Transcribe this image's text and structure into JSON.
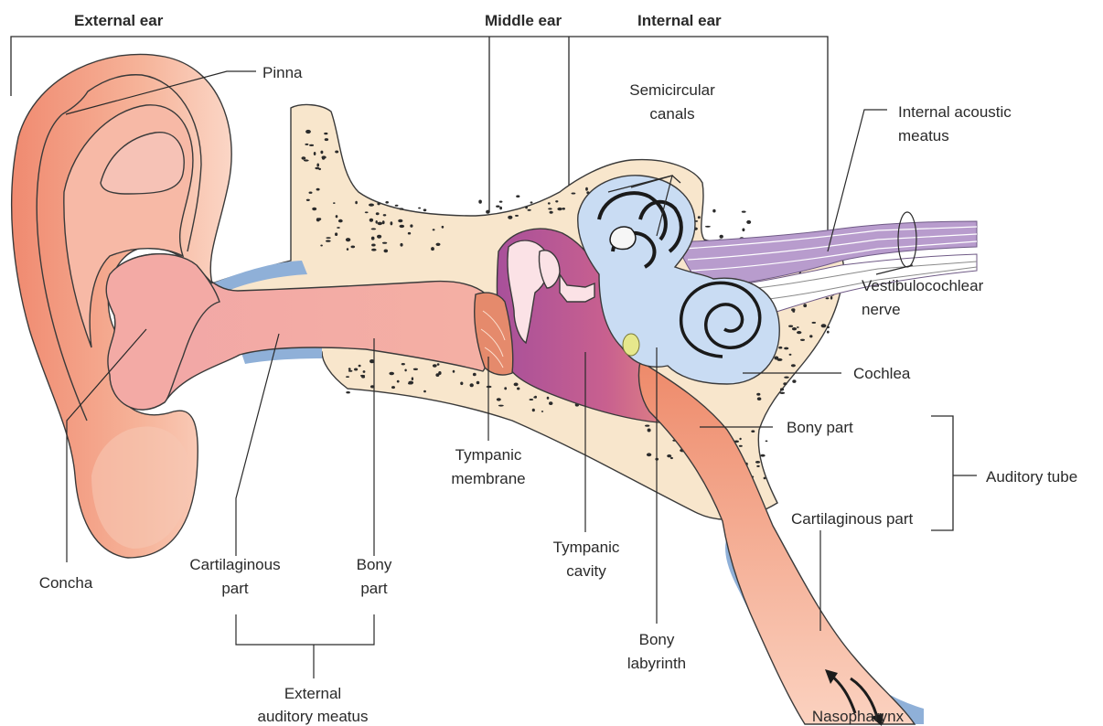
{
  "sections": {
    "external_ear": "External ear",
    "middle_ear": "Middle ear",
    "internal_ear": "Internal ear"
  },
  "labels": {
    "pinna": "Pinna",
    "semicircular_canals": [
      "Semicircular",
      "canals"
    ],
    "internal_acoustic_meatus": [
      "Internal acoustic",
      "meatus"
    ],
    "vestibulocochlear_nerve": [
      "Vestibulocochlear",
      "nerve"
    ],
    "cochlea": "Cochlea",
    "bony_part_tube": "Bony part",
    "auditory_tube": "Auditory tube",
    "cartilaginous_part_tube": "Cartilaginous part",
    "tympanic_membrane": [
      "Tympanic",
      "membrane"
    ],
    "tympanic_cavity": [
      "Tympanic",
      "cavity"
    ],
    "concha": "Concha",
    "cartilaginous_part_meatus": [
      "Cartilaginous",
      "part"
    ],
    "bony_part_meatus": [
      "Bony",
      "part"
    ],
    "external_auditory_meatus": [
      "External",
      "auditory meatus"
    ],
    "bony_labyrinth": [
      "Bony",
      "labyrinth"
    ],
    "nasopharynx": "Nasopharynx"
  },
  "colors": {
    "pinna": "#f4a488",
    "canal": "#f3aaa5",
    "bone": "#f8e6cc",
    "middle_ear": "#b6589c",
    "labyrinth": "#c9dcf3",
    "nerve_purple": "#b89ccd",
    "blue_tissue": "#8fb0d8"
  }
}
